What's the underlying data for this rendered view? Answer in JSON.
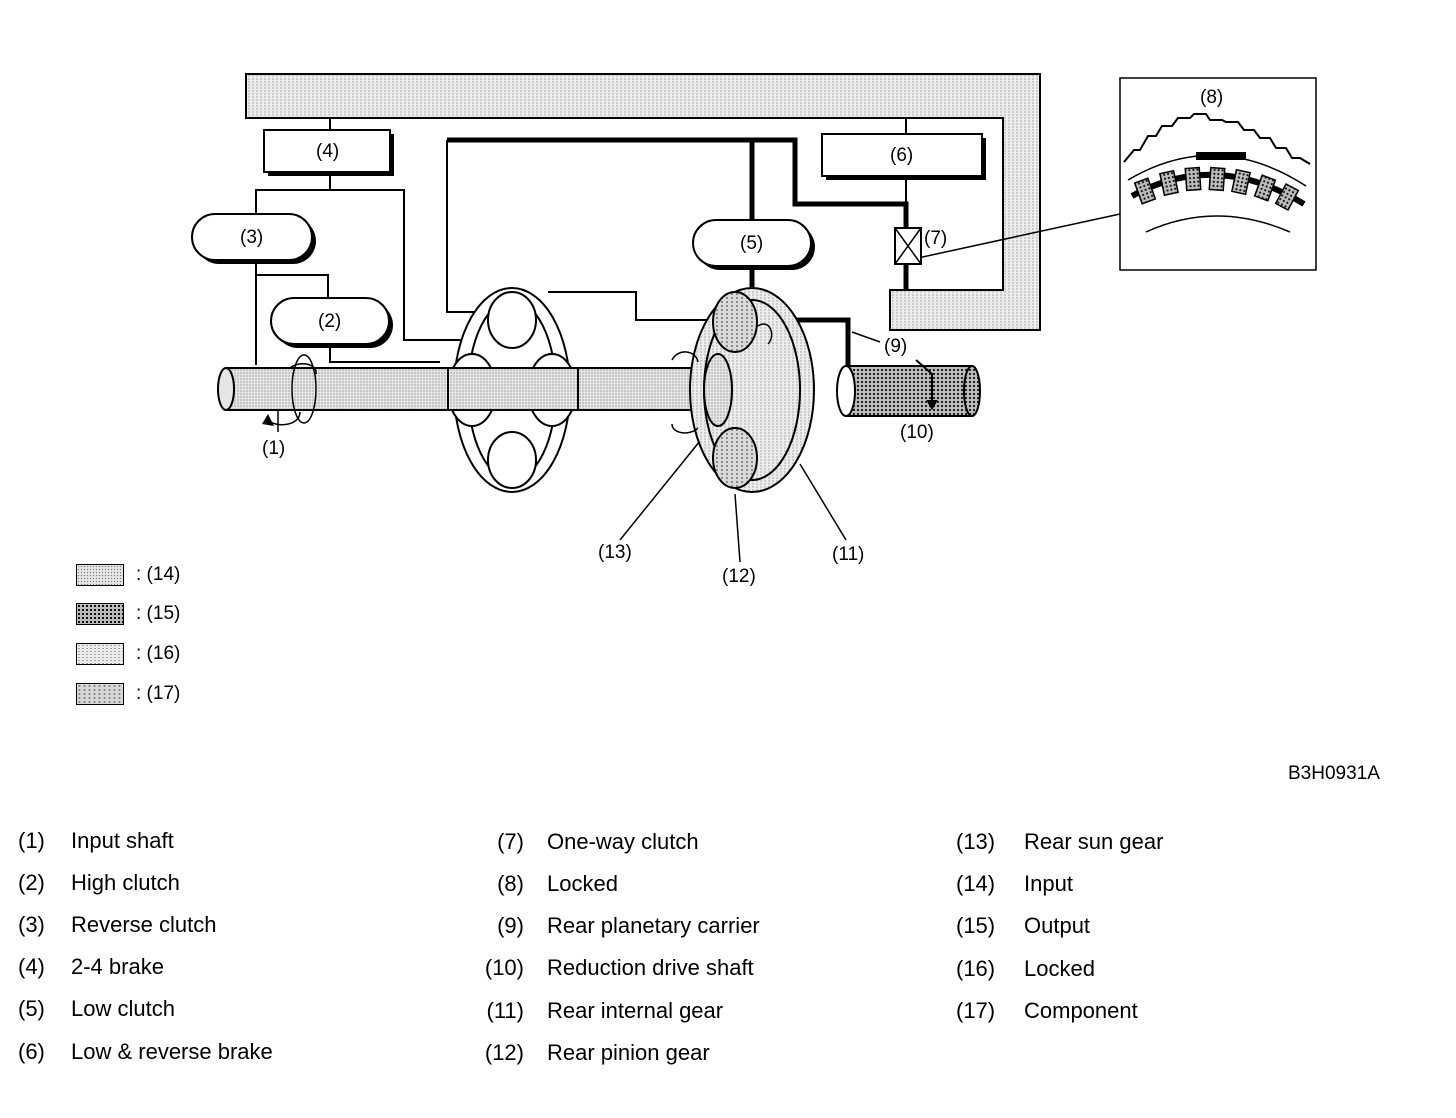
{
  "diagram": {
    "callouts": [
      "(1)",
      "(2)",
      "(3)",
      "(4)",
      "(5)",
      "(6)",
      "(7)",
      "(8)",
      "(9)",
      "(10)",
      "(11)",
      "(12)",
      "(13)"
    ],
    "drawing_code": "B3H0931A"
  },
  "legend": [
    {
      "swatch": "input",
      "text": ": (14)"
    },
    {
      "swatch": "output",
      "text": ": (15)"
    },
    {
      "swatch": "locked",
      "text": ": (16)"
    },
    {
      "swatch": "component",
      "text": ": (17)"
    }
  ],
  "key": {
    "columns": [
      [
        {
          "num": "(1)",
          "label": "Input shaft"
        },
        {
          "num": "(2)",
          "label": "High clutch"
        },
        {
          "num": "(3)",
          "label": "Reverse clutch"
        },
        {
          "num": "(4)",
          "label": "2-4 brake"
        },
        {
          "num": "(5)",
          "label": "Low clutch"
        },
        {
          "num": "(6)",
          "label": "Low & reverse brake"
        }
      ],
      [
        {
          "num": "(7)",
          "label": "One-way clutch"
        },
        {
          "num": "(8)",
          "label": "Locked"
        },
        {
          "num": "(9)",
          "label": "Rear planetary carrier"
        },
        {
          "num": "(10)",
          "label": "Reduction drive shaft"
        },
        {
          "num": "(11)",
          "label": "Rear internal gear"
        },
        {
          "num": "(12)",
          "label": "Rear pinion gear"
        }
      ],
      [
        {
          "num": "(13)",
          "label": "Rear sun gear"
        },
        {
          "num": "(14)",
          "label": "Input"
        },
        {
          "num": "(15)",
          "label": "Output"
        },
        {
          "num": "(16)",
          "label": "Locked"
        },
        {
          "num": "(17)",
          "label": "Component"
        }
      ]
    ]
  }
}
